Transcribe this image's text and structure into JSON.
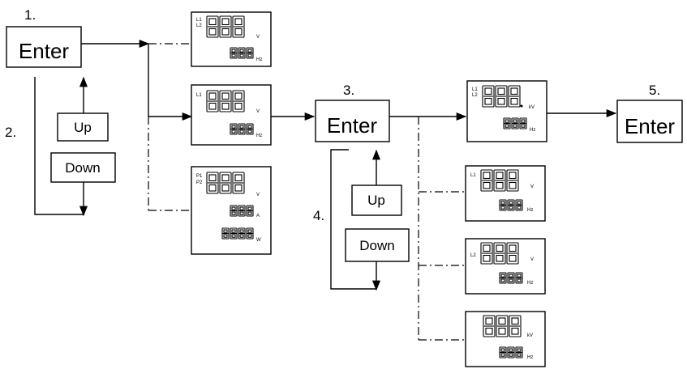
{
  "steps": {
    "step1": "1.",
    "step2": "2.",
    "step3": "3.",
    "step4": "4.",
    "step5": "5."
  },
  "buttons": {
    "enter1": "Enter",
    "enter3": "Enter",
    "enter5": "Enter",
    "up1": "Up",
    "down1": "Down",
    "up3": "Up",
    "down3": "Down"
  },
  "displays": [
    {
      "id": "d1",
      "labels": [
        "L1",
        "L2"
      ],
      "units": [
        "V",
        "Hz"
      ]
    },
    {
      "id": "d2",
      "labels": [
        "L1"
      ],
      "units": [
        "V",
        "Hz"
      ]
    },
    {
      "id": "d3",
      "labels": [
        "P1",
        "P2"
      ],
      "units": [
        "V",
        "A",
        "W"
      ]
    },
    {
      "id": "d4",
      "labels": [
        "L1",
        "L2"
      ],
      "units": [
        "kV",
        "Hz"
      ]
    },
    {
      "id": "d5",
      "labels": [
        "L1"
      ],
      "units": [
        "V",
        "Hz"
      ]
    },
    {
      "id": "d6",
      "labels": [
        "L2"
      ],
      "units": [
        "V",
        "Hz"
      ]
    },
    {
      "id": "d7",
      "labels": [],
      "units": [
        "kV",
        "Hz"
      ]
    }
  ]
}
